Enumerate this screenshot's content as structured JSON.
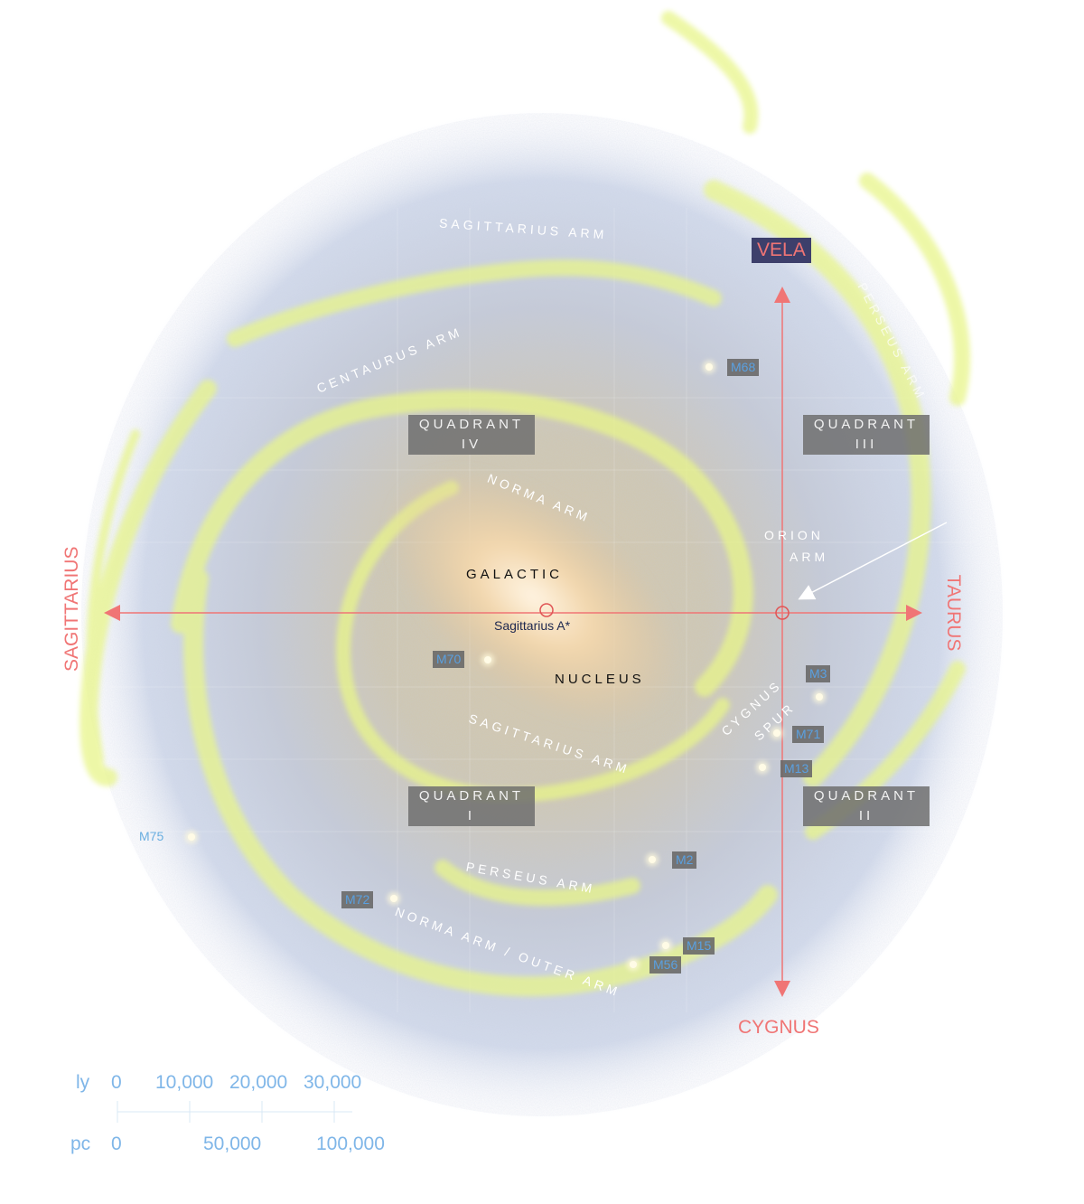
{
  "directions": {
    "vela": "VELA",
    "cygnus": "CYGNUS",
    "sagittarius": "SAGITTARIUS",
    "taurus": "TAURUS"
  },
  "quadrants": [
    {
      "line1": "QUADRANT",
      "line2": "IV"
    },
    {
      "line1": "QUADRANT",
      "line2": "III"
    },
    {
      "line1": "QUADRANT",
      "line2": "I"
    },
    {
      "line1": "QUADRANT",
      "line2": "II"
    }
  ],
  "nucleus": {
    "line1": "GALACTIC",
    "line2": "NUCLEUS"
  },
  "center_marker": "Sagittarius A*",
  "arms": {
    "sagittarius_outer": "SAGITTARIUS ARM",
    "centaurus": "CENTAURUS ARM",
    "norma": "NORMA ARM",
    "orion_line1": "ORION",
    "orion_line2": "ARM",
    "cygnus_line1": "CYGNUS",
    "cygnus_line2": "SPUR",
    "sagittarius_inner": "SAGITTARIUS  ARM",
    "perseus": "PERSEUS ARM",
    "norma_outer": "NORMA ARM / OUTER ARM",
    "perseus_outer": "PERSEUS ARM"
  },
  "clusters": {
    "m68": "M68",
    "m70": "M70",
    "m3": "M3",
    "m71": "M71",
    "m13": "M13",
    "m2": "M2",
    "m72": "M72",
    "m15": "M15",
    "m56": "M56",
    "m75": "M75"
  },
  "scale": {
    "ly_unit": "ly",
    "ly_ticks": [
      "0",
      "10,000",
      "20,000",
      "30,000"
    ],
    "pc_unit": "pc",
    "pc_ticks": [
      "0",
      "50,000",
      "100,000"
    ]
  },
  "colors": {
    "axis": "#f07575",
    "arm_glow": "#e8f58a",
    "cluster_text": "#5aa0e0",
    "scale_text": "#7fb6e8"
  }
}
